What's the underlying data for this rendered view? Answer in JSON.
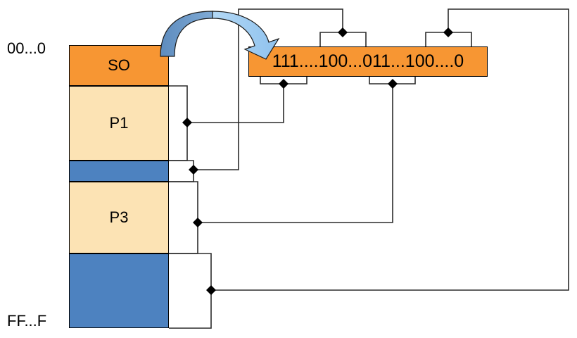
{
  "diagram": {
    "title": "address-space-to-bitmap-mapping",
    "address_labels": {
      "top": "00...0",
      "bottom": "FF...F"
    },
    "memory_blocks": [
      {
        "id": "so",
        "label": "SO",
        "color": "#F79633",
        "kind": "allocated-header"
      },
      {
        "id": "p1",
        "label": "P1",
        "color": "#FCE3B4",
        "kind": "allocated"
      },
      {
        "id": "free1",
        "label": "",
        "color": "#4D82C0",
        "kind": "free"
      },
      {
        "id": "p3",
        "label": "P3",
        "color": "#FCE3B4",
        "kind": "allocated"
      },
      {
        "id": "free2",
        "label": "",
        "color": "#4D82C0",
        "kind": "free"
      }
    ],
    "bitmap": {
      "value": "111....100...011...100....0",
      "color": "#F79633"
    },
    "arrow": {
      "name": "curved-mapping-arrow",
      "color_left": "#6E9BC8",
      "color_right": "#9DCBF0"
    },
    "connectors": [
      {
        "id": "c1",
        "from": "p1",
        "to": "bitmap-bottom-1"
      },
      {
        "id": "c2",
        "from": "free1",
        "to": "bitmap-top-1"
      },
      {
        "id": "c3",
        "from": "p3",
        "to": "bitmap-bottom-2"
      },
      {
        "id": "c4",
        "from": "free2",
        "to": "bitmap-top-2"
      }
    ],
    "colors": {
      "outline": "#000000",
      "wire": "#3A3A3A",
      "orange": "#F79633",
      "peach": "#FCE3B4",
      "blue": "#4D82C0"
    }
  }
}
